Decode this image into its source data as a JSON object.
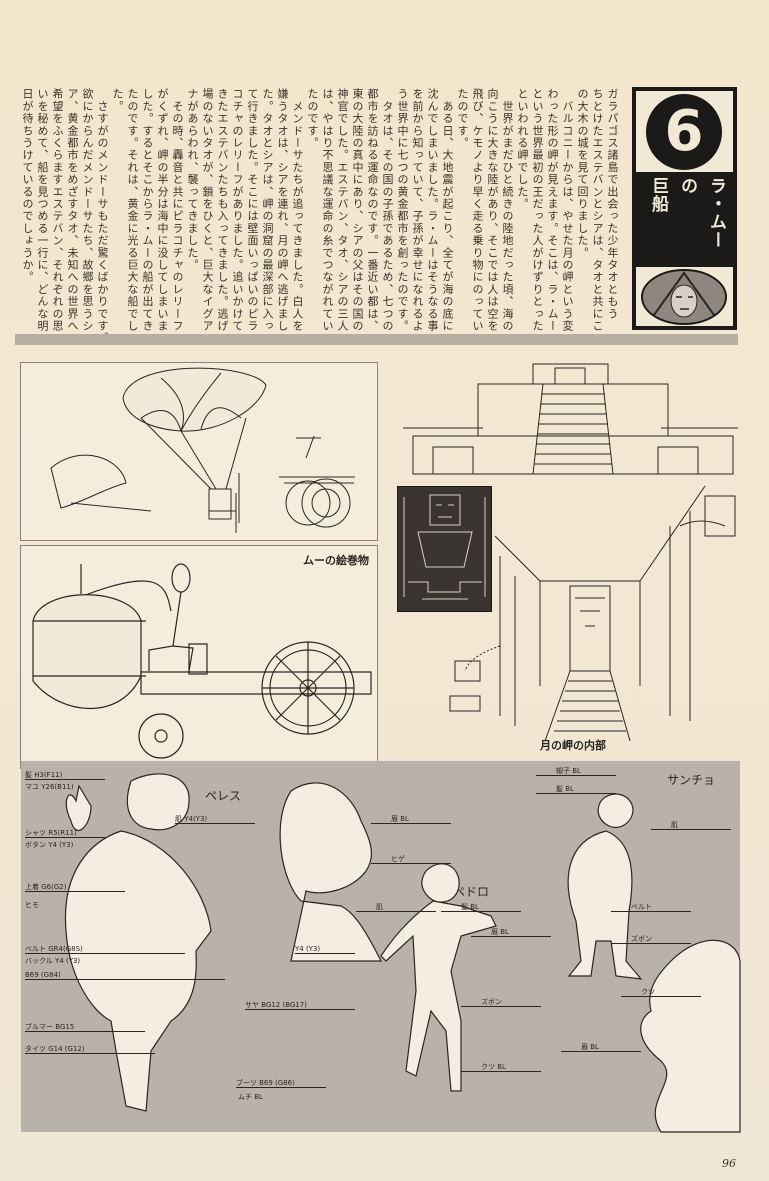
{
  "article": {
    "chapter_number": "6",
    "title_lines": [
      "ラ・ムー",
      "の",
      "巨船"
    ],
    "body_columns": [
      "ガラパゴス諸島で出会った少年タオともう",
      "ちとけたエステバンとシアは、タオと共にこ",
      "の大木の城を見て回りました。",
      "　バルコニーからは、やせた月の岬という変",
      "わった形の岬が見えます。そこは、ラ・ムー",
      "という世界最初の王だった人がけずりとった",
      "といわれる岬でした。",
      "　世界がまだひと続きの陸地だった頃、海の",
      "向こうに大きな陸があり、そこでは人は空を",
      "飛び、ケモノより早く走る乗り物にのってい",
      "たのです。",
      "　ある日、大地震が起こり、全てが海の底に",
      "沈んでしまいました。ラ・ムーはそうなる事",
      "を前から知っていて、子孫が幸せになれるよ",
      "う世界中に七つの黄金都市を創ったのです。",
      "　タオは、その国の子孫であるため、七つの",
      "都市を訪ねる運命なのです。一番近い都は、",
      "東の大陸の真中にあり、シアの父はその国の",
      "神官でした。エステバン、タオ、シアの三人",
      "は、やはり不思議な運命の糸でつながれてい",
      "たのです。",
      "　メンドーサたちが追ってきました。白人を",
      "嫌うタオは、シアを連れ、月の岬へ逃げまし",
      "た。タオとシアは、岬の洞窟の最深部に入っ",
      "て行きました。そこには壁面いっぱいのピラ",
      "コチャのレリーフがありました。追いかけて",
      "きたエステバンたちも入ってきました。逃げ",
      "場のないタオが、鎖をひくと、巨大なイグア",
      "ナがあらわれ、襲ってきました。",
      "　その時、轟音と共にピラコチャのレリーフ",
      "がくずれ、岬の半分は海中に没してしまいま",
      "した。するとそこからラ・ムーの船が出てき",
      "たのです。それは、黄金に光る巨大な船でし",
      "た。",
      "　さすがのメンドーサもただ驚くばかりです。",
      "欲にからんだメンドーサたち、故郷を思うシ",
      "ア、黄金都市をめざすタオ、未知への世界へ",
      "希望をふくらますエステバン、それぞれの思",
      "いを秘めて、船を見つめる一行に、どんな明",
      "日が待ちうけているのでしょうか。"
    ]
  },
  "illustrations": {
    "scroll_caption": "ムーの絵巻物",
    "cape_caption": "月の岬の内部"
  },
  "model_sheet": {
    "characters": [
      "ペレス",
      "ペドロ",
      "サンチョ"
    ],
    "perez_annotations": [
      "髪 H3(F11)",
      "マユ Y26(B11)",
      "肌 Y4(Y3)",
      "シャツ R5(R11)",
      "ボタン Y4 (Y3)",
      "上着 G6(G2)",
      "ヒモ",
      "ベルト GR4(G8S)",
      "バックル Y4 (Y3)",
      "B69 (G84)",
      "Y4 (Y3)",
      "サヤ BG12 (BG17)",
      "ブルマー BG15",
      "タイツ G14 (G12)",
      "ブーツ B69 (G86)",
      "ムチ BL"
    ],
    "other_annotations": [
      "眉 BL",
      "ヒゲ",
      "髪 BL",
      "肌",
      "眉 BL",
      "ズボン",
      "クツ BL",
      "帽子 BL",
      "髪 BL",
      "肌",
      "ベルト",
      "ズボン",
      "クツ",
      "眉 BL"
    ]
  },
  "page_number": "96",
  "colors": {
    "paper": "#f2e7d2",
    "ink": "#2a2622",
    "band": "#b7aea2",
    "sheet_bg": "#b8b2aa",
    "title_black": "#1c1a18"
  }
}
